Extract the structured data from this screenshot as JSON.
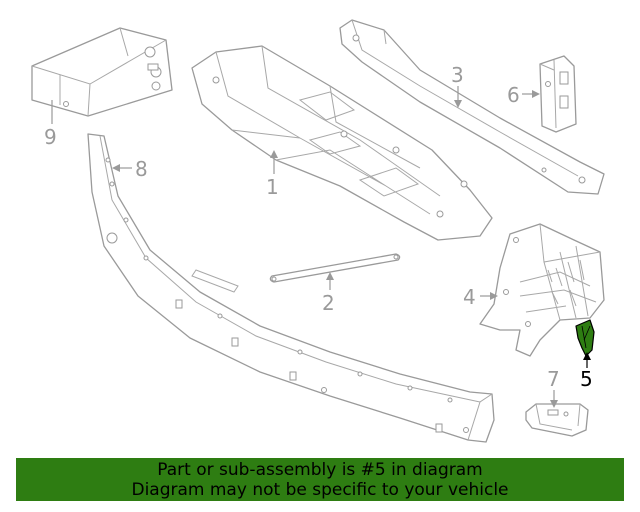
{
  "callouts": {
    "c1": "1",
    "c2": "2",
    "c3": "3",
    "c4": "4",
    "c5": "5",
    "c6": "6",
    "c7": "7",
    "c8": "8",
    "c9": "9"
  },
  "highlight_part": "5",
  "highlight_color": "#2e7d12",
  "banner": {
    "line1": "Part or sub-assembly is #5 in diagram",
    "line2": "Diagram may not be specific to your vehicle",
    "background": "#2e7d12"
  }
}
